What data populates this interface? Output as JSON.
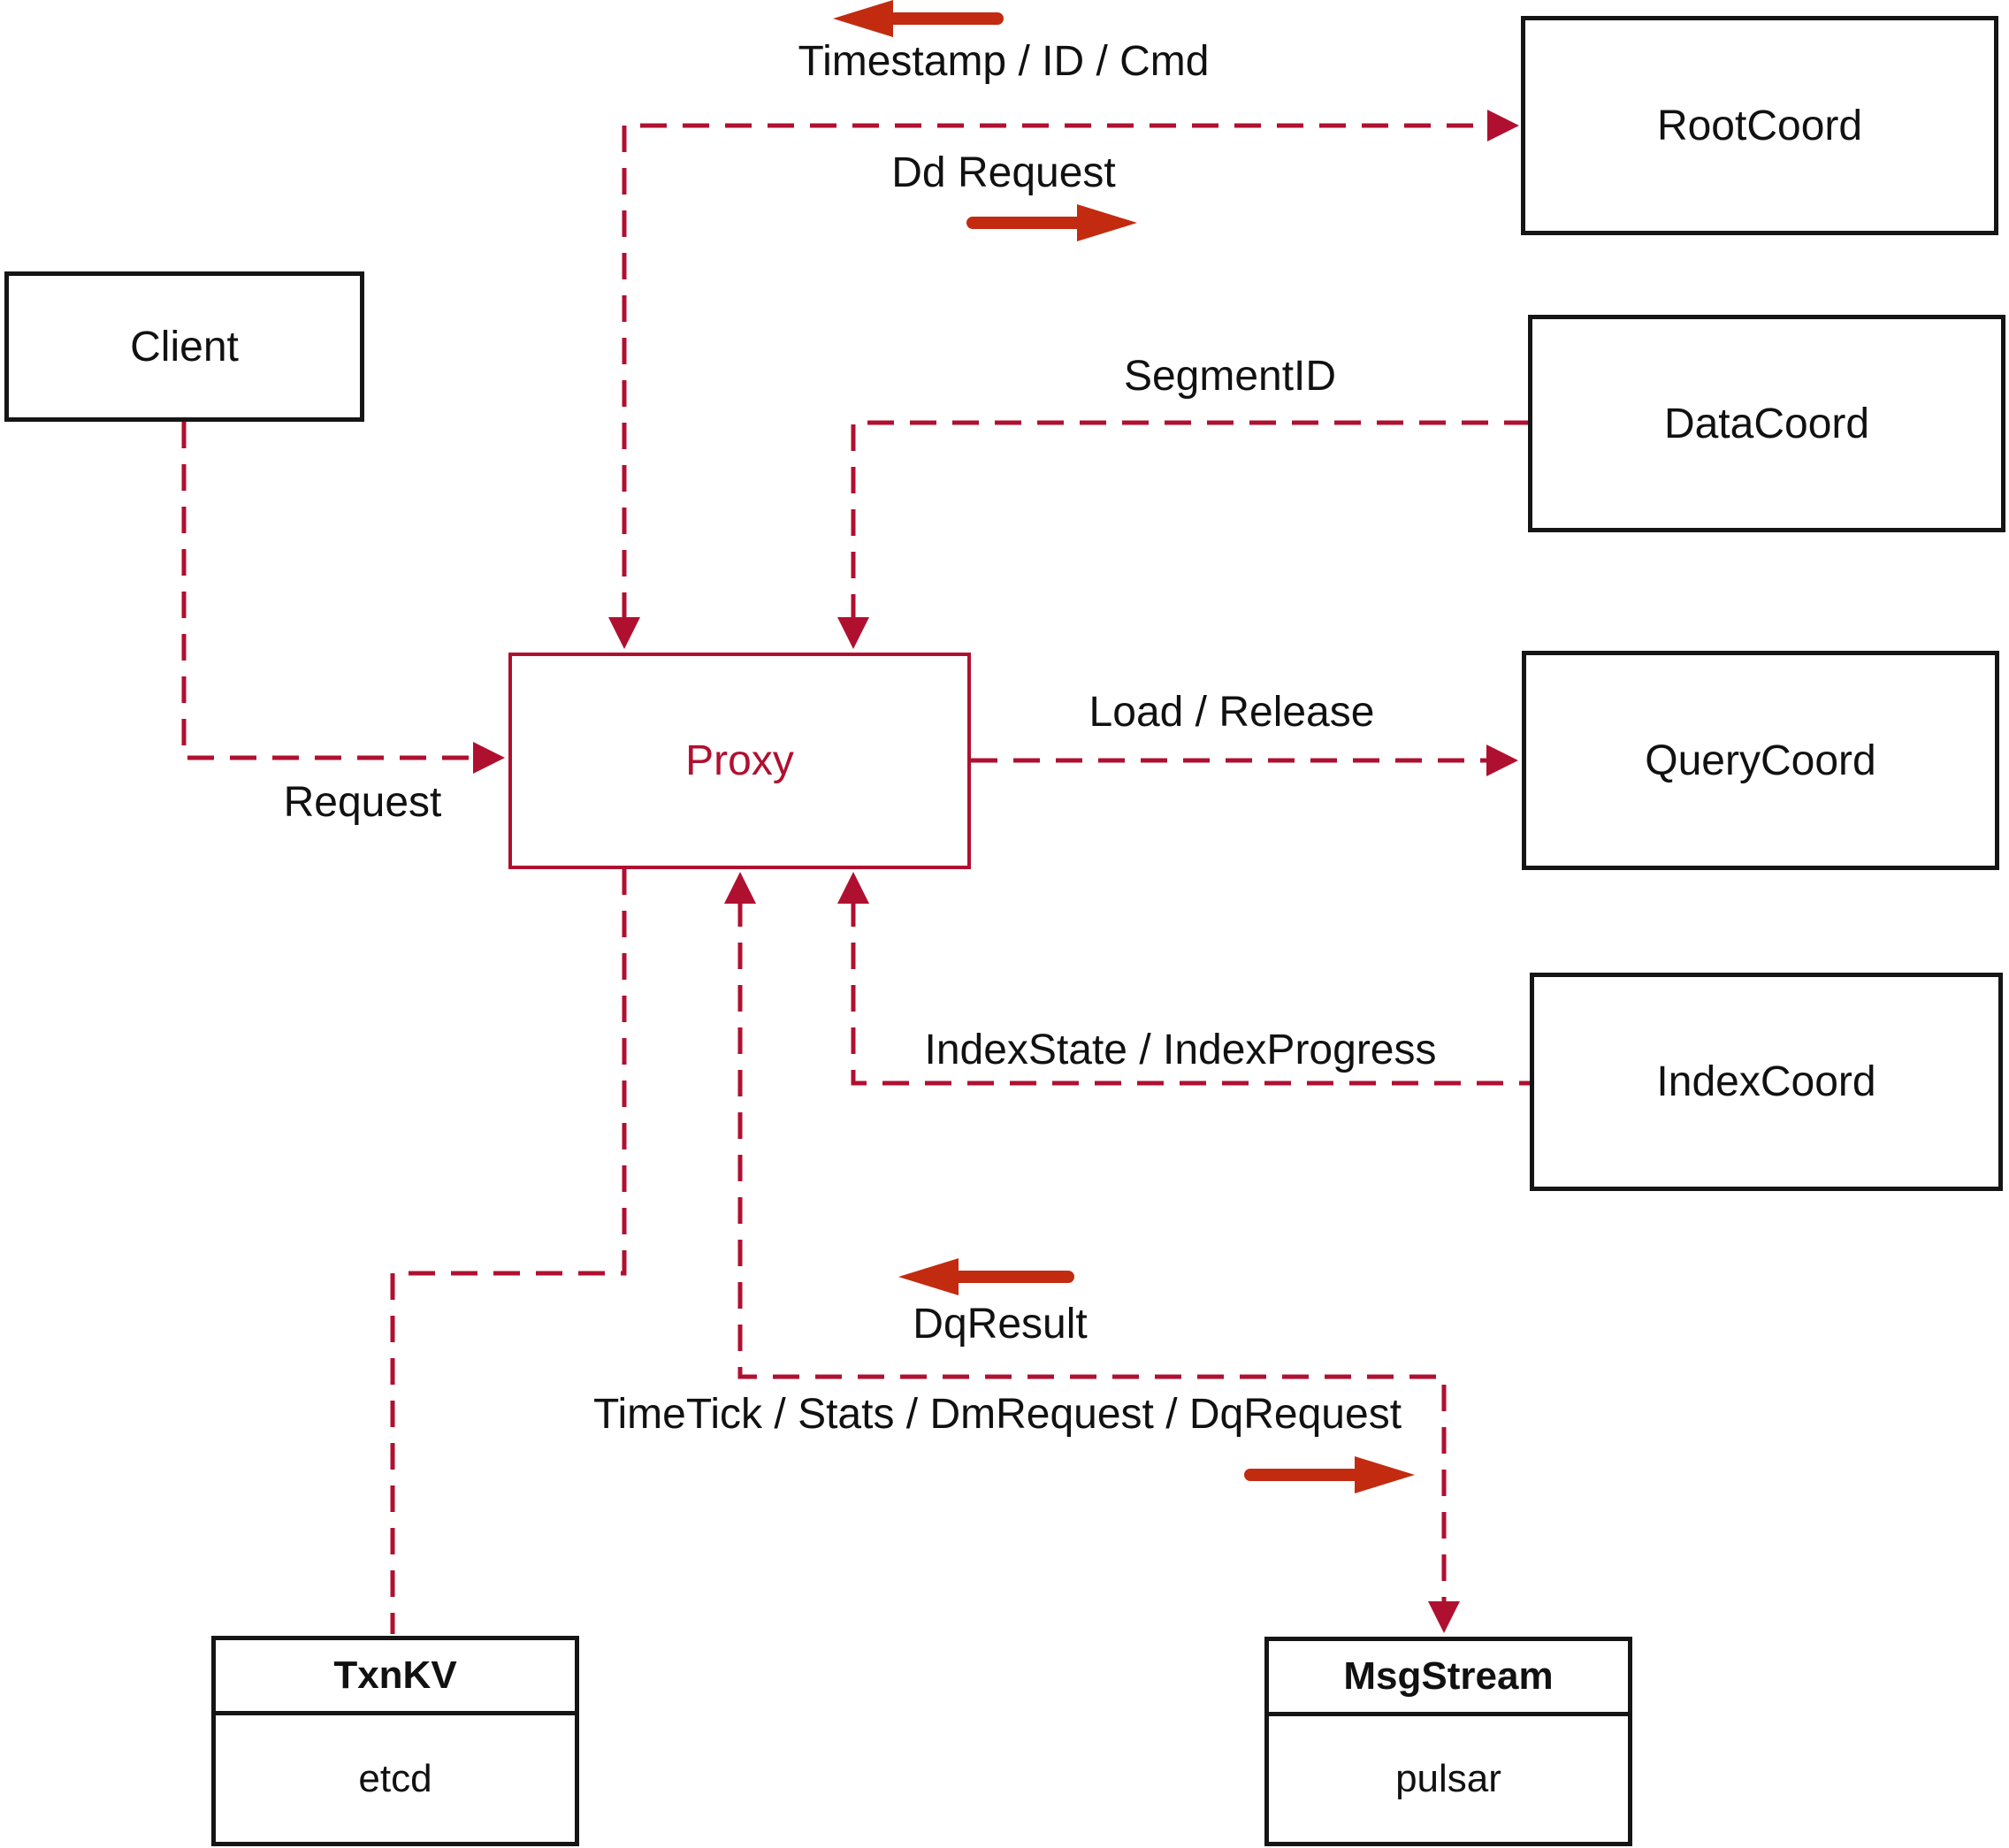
{
  "nodes": {
    "client": {
      "label": "Client"
    },
    "proxy": {
      "label": "Proxy"
    },
    "root_coord": {
      "label": "RootCoord"
    },
    "data_coord": {
      "label": "DataCoord"
    },
    "query_coord": {
      "label": "QueryCoord"
    },
    "index_coord": {
      "label": "IndexCoord"
    },
    "txn_kv": {
      "title": "TxnKV",
      "subtitle": "etcd"
    },
    "msg_stream": {
      "title": "MsgStream",
      "subtitle": "pulsar"
    }
  },
  "edge_labels": {
    "timestamp_id_cmd": "Timestamp / ID / Cmd",
    "dd_request": "Dd Request",
    "segment_id": "SegmentID",
    "load_release": "Load / Release",
    "request": "Request",
    "index_state_progress": "IndexState / IndexProgress",
    "dq_result": "DqResult",
    "time_tick_stats": "TimeTick / Stats / DmRequest / DqRequest"
  },
  "colors": {
    "dashed_line": "#b01030",
    "solid_arrow": "#c22b10",
    "node_border": "#151515",
    "proxy_accent": "#b01030"
  }
}
